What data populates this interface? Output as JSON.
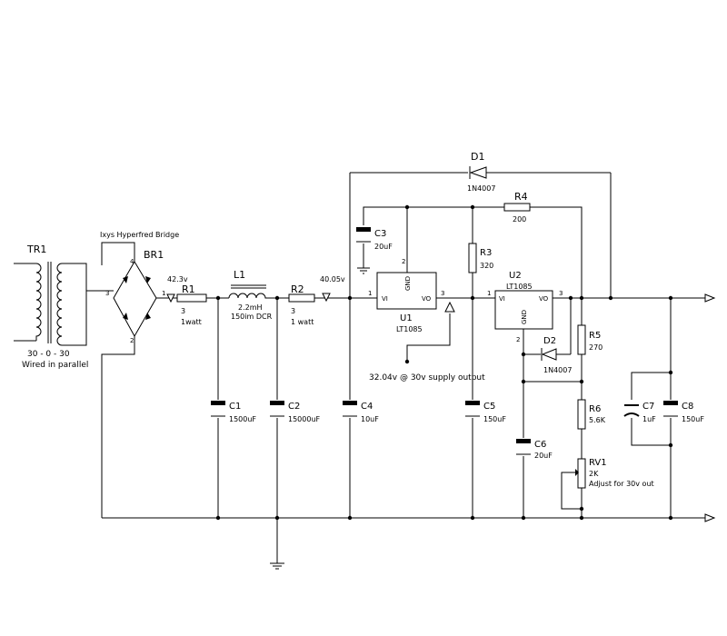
{
  "transformer": {
    "ref": "TR1",
    "ratio": "30 - 0 - 30",
    "note": "Wired in parallel"
  },
  "bridge": {
    "ref": "BR1",
    "title": "Ixys Hyperfred Bridge",
    "pin1": "1",
    "pin2": "2",
    "pin3": "3",
    "pin4": "4"
  },
  "nodes": {
    "n1": "42.3v",
    "n2": "40.05v",
    "n3": "32.04v @ 30v supply output"
  },
  "resistors": {
    "r1": {
      "ref": "R1",
      "value": "3",
      "note": "1watt"
    },
    "r2": {
      "ref": "R2",
      "value": "3",
      "note": "1 watt"
    },
    "r3": {
      "ref": "R3",
      "value": "320"
    },
    "r4": {
      "ref": "R4",
      "value": "200"
    },
    "r5": {
      "ref": "R5",
      "value": "270"
    },
    "r6": {
      "ref": "R6",
      "value": "5.6K"
    },
    "rv1": {
      "ref": "RV1",
      "value": "2K",
      "note": "Adjust for 30v out"
    }
  },
  "inductor": {
    "ref": "L1",
    "value": "2.2mH",
    "note": "150im DCR"
  },
  "capacitors": {
    "c1": {
      "ref": "C1",
      "value": "1500uF"
    },
    "c2": {
      "ref": "C2",
      "value": "15000uF"
    },
    "c3": {
      "ref": "C3",
      "value": "20uF"
    },
    "c4": {
      "ref": "C4",
      "value": "10uF"
    },
    "c5": {
      "ref": "C5",
      "value": "150uF"
    },
    "c6": {
      "ref": "C6",
      "value": "20uF"
    },
    "c7": {
      "ref": "C7",
      "value": "1uF"
    },
    "c8": {
      "ref": "C8",
      "value": "150uF"
    }
  },
  "diodes": {
    "d1": {
      "ref": "D1",
      "value": "1N4007"
    },
    "d2": {
      "ref": "D2",
      "value": "1N4007"
    }
  },
  "regulators": {
    "u1": {
      "ref": "U1",
      "value": "LT1085",
      "vi": "VI",
      "vo": "VO",
      "gnd": "GND",
      "pin_in": "1",
      "pin_gnd": "2",
      "pin_out": "3"
    },
    "u2": {
      "ref": "U2",
      "value": "LT1085",
      "vi": "VI",
      "vo": "VO",
      "gnd": "GND",
      "pin_in": "1",
      "pin_gnd": "2",
      "pin_out": "3"
    }
  }
}
